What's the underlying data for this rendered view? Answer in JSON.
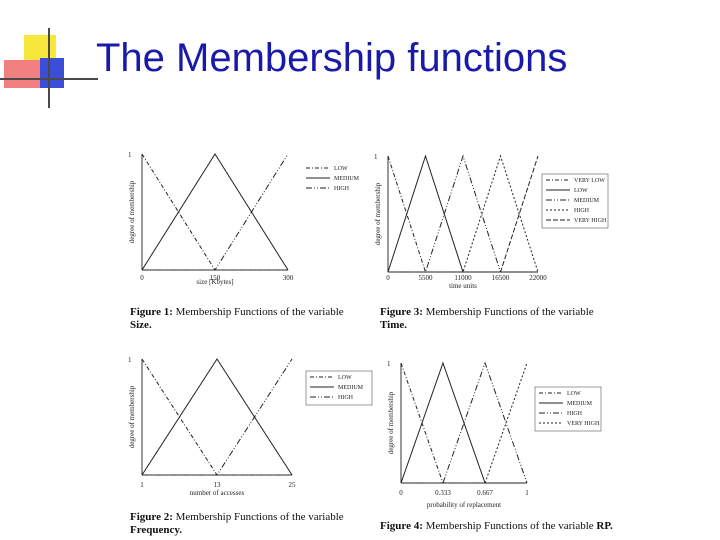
{
  "slide": {
    "title": "The Membership functions"
  },
  "chart_data": [
    {
      "type": "line",
      "id": "fig1",
      "ylabel": "degree of membership",
      "xlabel": "size [Kbytes]",
      "x_ticks": [
        "0",
        "150",
        "300"
      ],
      "y_ticks": [
        "1"
      ],
      "x_domain": [
        0,
        300
      ],
      "ylim": [
        0,
        1
      ],
      "series": [
        {
          "name": "LOW",
          "x": [
            0,
            150,
            300
          ],
          "y": [
            1,
            0,
            0
          ]
        },
        {
          "name": "MEDIUM",
          "x": [
            0,
            150,
            300
          ],
          "y": [
            0,
            1,
            0
          ]
        },
        {
          "name": "HIGH",
          "x": [
            0,
            150,
            300
          ],
          "y": [
            0,
            0,
            1
          ]
        }
      ],
      "legend_position": "top-right",
      "caption_bold": "Figure 1:",
      "caption_text": "Membership Functions of the variable",
      "caption_var": "Size."
    },
    {
      "type": "line",
      "id": "fig3",
      "ylabel": "degree of membership",
      "xlabel": "time units",
      "x_ticks": [
        "0",
        "5500",
        "11000",
        "16500",
        "22000"
      ],
      "y_ticks": [
        "1"
      ],
      "x_domain": [
        0,
        22000
      ],
      "ylim": [
        0,
        1
      ],
      "series": [
        {
          "name": "VERY LOW",
          "x": [
            0,
            5500,
            22000
          ],
          "y": [
            1,
            0,
            0
          ]
        },
        {
          "name": "LOW",
          "x": [
            0,
            5500,
            11000,
            22000
          ],
          "y": [
            0,
            1,
            0,
            0
          ]
        },
        {
          "name": "MEDIUM",
          "x": [
            0,
            5500,
            11000,
            16500,
            22000
          ],
          "y": [
            0,
            0,
            1,
            0,
            0
          ]
        },
        {
          "name": "HIGH",
          "x": [
            0,
            11000,
            16500,
            22000
          ],
          "y": [
            0,
            0,
            1,
            0
          ]
        },
        {
          "name": "VERY HIGH",
          "x": [
            0,
            16500,
            22000
          ],
          "y": [
            0,
            0,
            1
          ]
        }
      ],
      "legend_labels": [
        "VERY LOW",
        "LOW",
        "MEDIUM",
        "HIGH",
        "VERY HIGH"
      ],
      "legend_position": "right",
      "caption_bold": "Figure 3:",
      "caption_text": "Membership Functions of the variable",
      "caption_var": "Time."
    },
    {
      "type": "line",
      "id": "fig2",
      "ylabel": "degree of membership",
      "xlabel": "number of accesses",
      "x_ticks": [
        "1",
        "13",
        "25"
      ],
      "y_ticks": [
        "1"
      ],
      "x_domain": [
        1,
        25
      ],
      "ylim": [
        0,
        1
      ],
      "series": [
        {
          "name": "LOW",
          "x": [
            1,
            13,
            25
          ],
          "y": [
            1,
            0,
            0
          ]
        },
        {
          "name": "MEDIUM",
          "x": [
            1,
            13,
            25
          ],
          "y": [
            0,
            1,
            0
          ]
        },
        {
          "name": "HIGH",
          "x": [
            1,
            13,
            25
          ],
          "y": [
            0,
            0,
            1
          ]
        }
      ],
      "legend_position": "top-right",
      "caption_bold": "Figure 2:",
      "caption_text": "Membership Functions of the variable",
      "caption_var": "Frequency."
    },
    {
      "type": "line",
      "id": "fig4",
      "ylabel": "degree of membership",
      "xlabel": "probability of replacement",
      "x_ticks": [
        "0",
        "0.333",
        "0.667",
        "1"
      ],
      "y_ticks": [
        "1"
      ],
      "x_domain": [
        0,
        1
      ],
      "ylim": [
        0,
        1
      ],
      "series": [
        {
          "name": "LOW",
          "x": [
            0,
            0.333,
            1
          ],
          "y": [
            1,
            0,
            0
          ]
        },
        {
          "name": "MEDIUM",
          "x": [
            0,
            0.333,
            0.667,
            1
          ],
          "y": [
            0,
            1,
            0,
            0
          ]
        },
        {
          "name": "HIGH",
          "x": [
            0,
            0.333,
            0.667,
            1
          ],
          "y": [
            0,
            0,
            1,
            0
          ]
        },
        {
          "name": "VERY HIGH",
          "x": [
            0,
            0.667,
            1
          ],
          "y": [
            0,
            0,
            1
          ]
        }
      ],
      "legend_position": "right",
      "caption_bold": "Figure 4:",
      "caption_text": "Membership Functions of the variable",
      "caption_var": "RP."
    }
  ],
  "colors": {
    "title": "#1a1aa8",
    "yellow": "#f7e63c",
    "red": "#f28080",
    "blue": "#3a4ed8"
  }
}
